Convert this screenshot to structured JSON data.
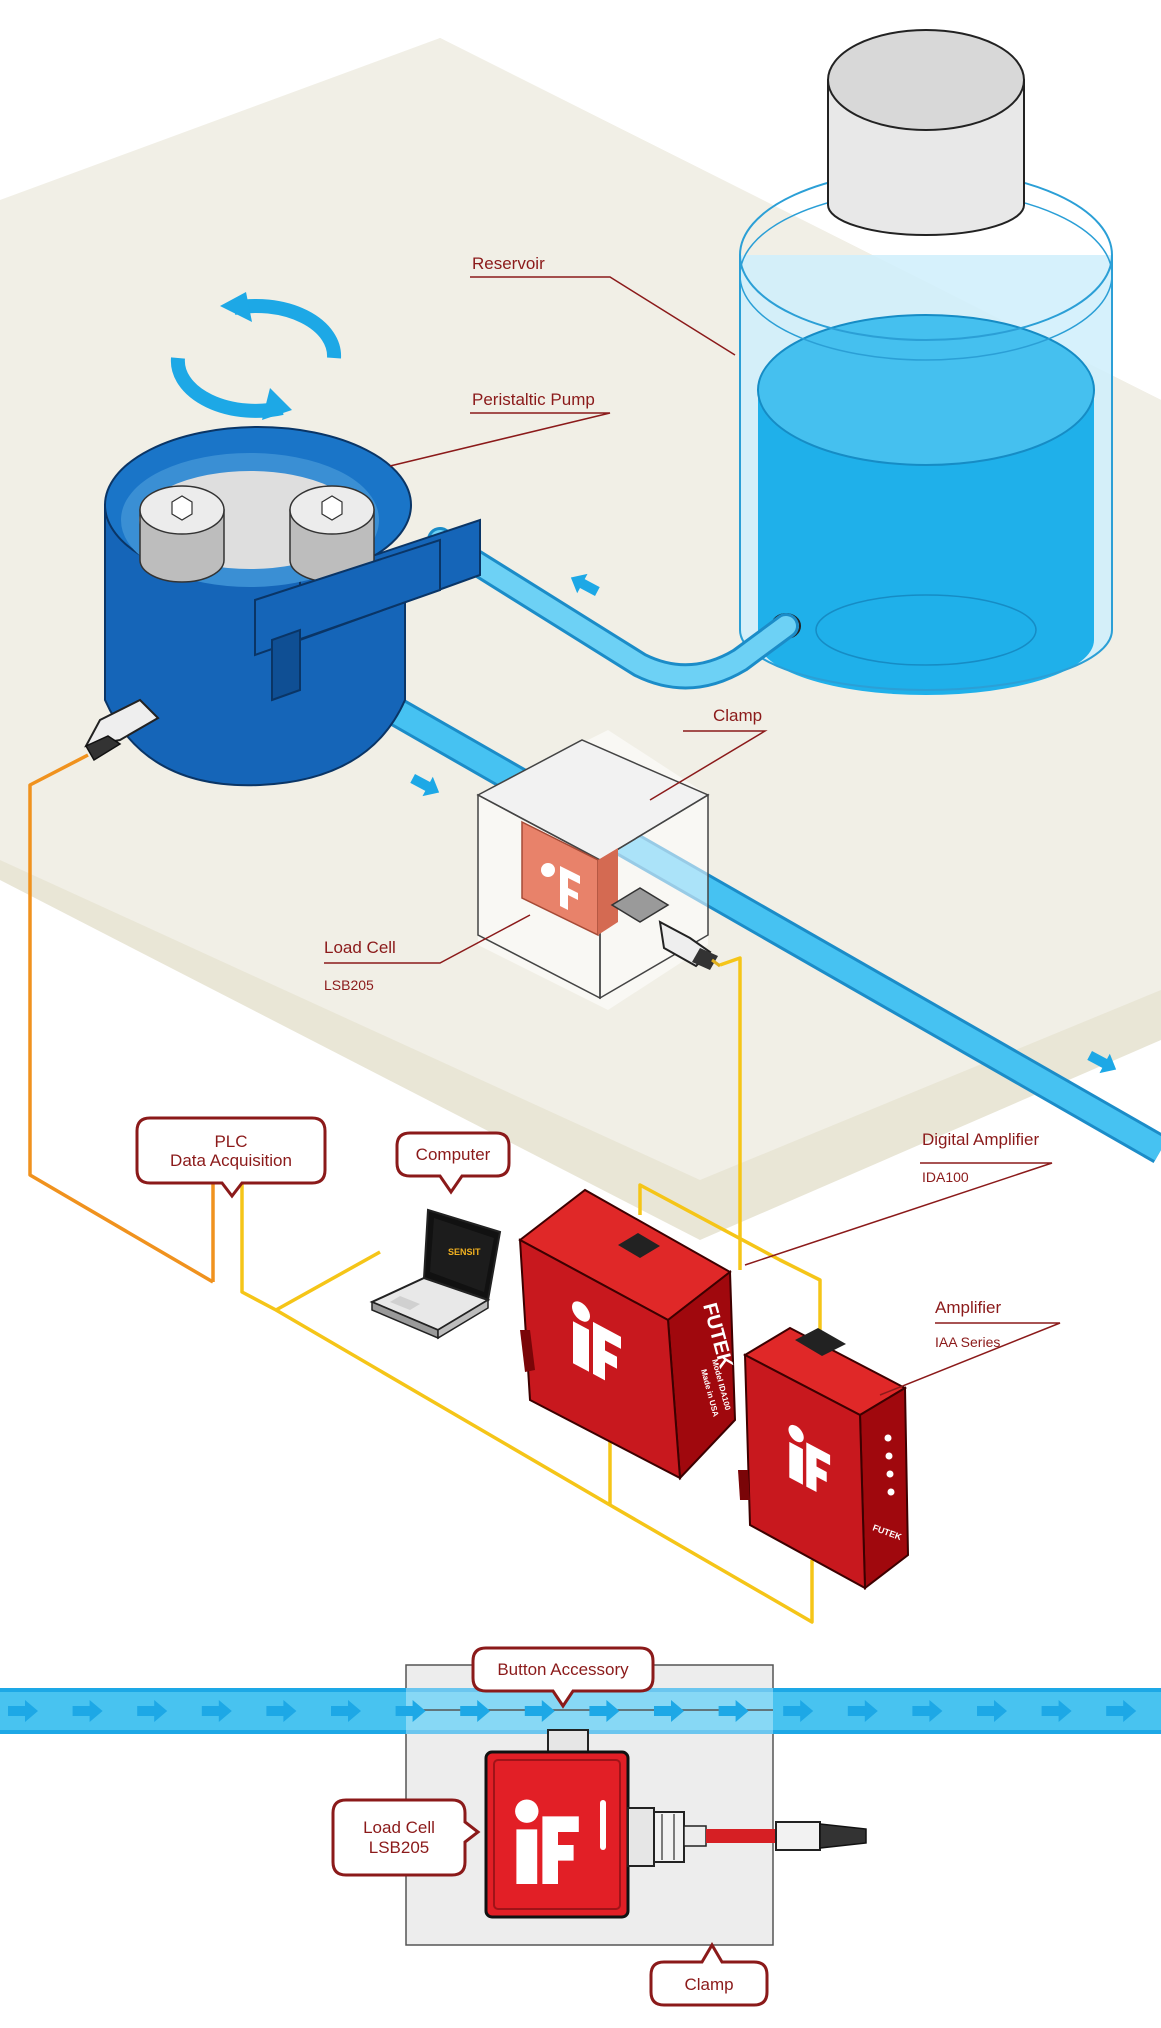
{
  "labels": {
    "reservoir": "Reservoir",
    "pump": "Peristaltic Pump",
    "clamp_top": "Clamp",
    "load_cell_top": "Load Cell",
    "load_cell_top_model": "LSB205",
    "digital_amp": "Digital Amplifier",
    "digital_amp_model": "IDA100",
    "amp": "Amplifier",
    "amp_model": "IAA Series",
    "plc_line1": "PLC",
    "plc_line2": "Data Acquisition",
    "computer": "Computer",
    "button_accessory": "Button Accessory",
    "load_cell_bottom": "Load Cell",
    "load_cell_bottom_model": "LSB205",
    "clamp_bottom": "Clamp"
  },
  "device_text": {
    "brand": "FUTEK",
    "laptop_brand": "SENSIT",
    "ida_model_line": "Model IDA100",
    "ida_made_line": "Made in USA"
  },
  "colors": {
    "label_red": "#8b1a1a",
    "fluid_blue": "#1da8e6",
    "pump_blue": "#1565b8",
    "device_red": "#c8181e",
    "wire_yellow": "#f5c518",
    "wire_orange": "#f0921e",
    "base_beige": "#efede3"
  }
}
